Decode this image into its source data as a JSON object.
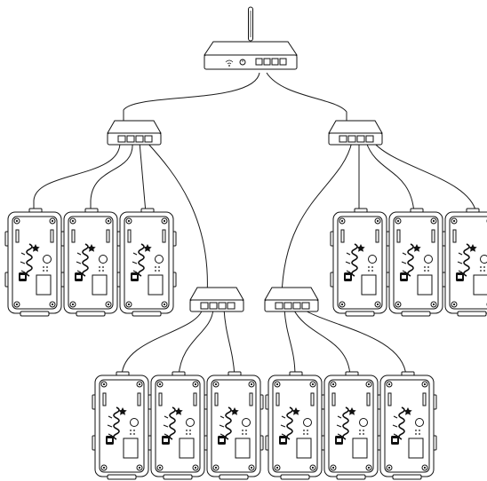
{
  "diagram": {
    "colors": {
      "line": "#111111",
      "background": "#ffffff"
    },
    "nodes": [
      {
        "id": "router",
        "kind": "wifi-router",
        "ports": 4
      },
      {
        "id": "switch-left",
        "kind": "network-switch",
        "ports": 4
      },
      {
        "id": "switch-right",
        "kind": "network-switch",
        "ports": 4
      },
      {
        "id": "switch-center-left",
        "kind": "network-switch",
        "ports": 4
      },
      {
        "id": "switch-center-right",
        "kind": "network-switch",
        "ports": 4
      },
      {
        "id": "device-1",
        "kind": "enclosure-device"
      },
      {
        "id": "device-2",
        "kind": "enclosure-device"
      },
      {
        "id": "device-3",
        "kind": "enclosure-device"
      },
      {
        "id": "device-4",
        "kind": "enclosure-device"
      },
      {
        "id": "device-5",
        "kind": "enclosure-device"
      },
      {
        "id": "device-6",
        "kind": "enclosure-device"
      },
      {
        "id": "device-7",
        "kind": "enclosure-device"
      },
      {
        "id": "device-8",
        "kind": "enclosure-device"
      },
      {
        "id": "device-9",
        "kind": "enclosure-device"
      },
      {
        "id": "device-10",
        "kind": "enclosure-device"
      },
      {
        "id": "device-11",
        "kind": "enclosure-device"
      },
      {
        "id": "device-12",
        "kind": "enclosure-device"
      }
    ],
    "edges": [
      {
        "from": "router",
        "to": "switch-left"
      },
      {
        "from": "router",
        "to": "switch-right"
      },
      {
        "from": "switch-left",
        "to": "device-1"
      },
      {
        "from": "switch-left",
        "to": "device-2"
      },
      {
        "from": "switch-left",
        "to": "device-3"
      },
      {
        "from": "switch-left",
        "to": "switch-center-left"
      },
      {
        "from": "switch-right",
        "to": "switch-center-right"
      },
      {
        "from": "switch-right",
        "to": "device-4"
      },
      {
        "from": "switch-right",
        "to": "device-5"
      },
      {
        "from": "switch-right",
        "to": "device-6"
      },
      {
        "from": "switch-center-left",
        "to": "device-7"
      },
      {
        "from": "switch-center-left",
        "to": "device-8"
      },
      {
        "from": "switch-center-left",
        "to": "device-9"
      },
      {
        "from": "switch-center-right",
        "to": "device-10"
      },
      {
        "from": "switch-center-right",
        "to": "device-11"
      },
      {
        "from": "switch-center-right",
        "to": "device-12"
      }
    ]
  }
}
